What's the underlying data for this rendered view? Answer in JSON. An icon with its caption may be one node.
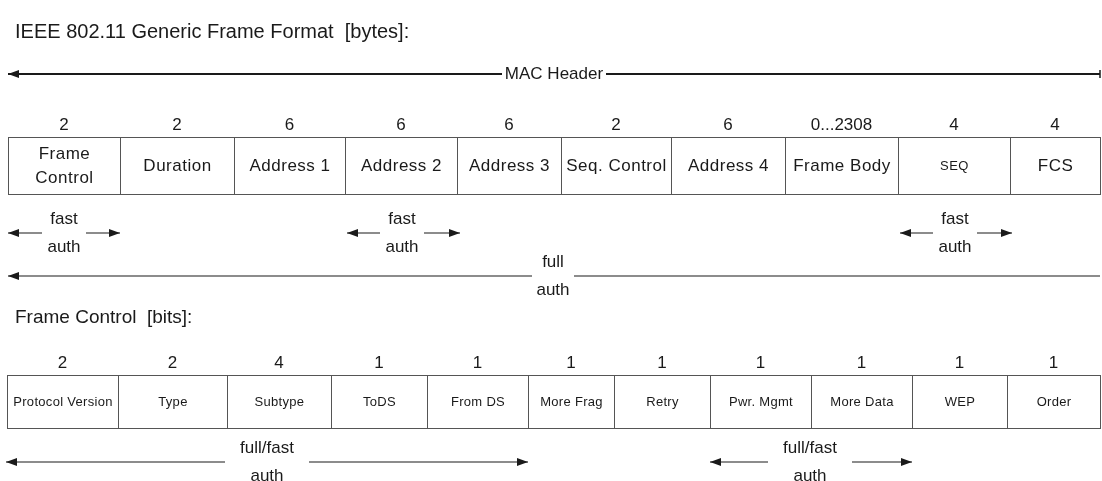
{
  "diagram": {
    "title": "IEEE 802.11 Generic Frame Format  [bytes]:",
    "nodes": [
      {
        "text": [
          "Frame Control"
        ],
        "beside": [
          "2"
        ]
      },
      {
        "text": [
          "Duration"
        ],
        "beside": [
          "2"
        ]
      },
      {
        "text": [
          "Address 1"
        ],
        "beside": [
          "6"
        ]
      },
      {
        "text": [
          "Address 2"
        ],
        "beside": [
          "6"
        ]
      },
      {
        "text": [
          "Address 3"
        ],
        "beside": [
          "6"
        ]
      },
      {
        "text": [
          "Seq. Control"
        ],
        "beside": [
          "2"
        ]
      },
      {
        "text": [
          "Address 4"
        ],
        "beside": [
          "6"
        ]
      },
      {
        "text": [
          "Frame Body"
        ],
        "beside": [
          "0...2308"
        ]
      },
      {
        "text": [
          "SEQ"
        ],
        "beside": [
          "4"
        ]
      },
      {
        "text": [
          "FCS"
        ],
        "beside": [
          "4"
        ]
      },
      {
        "text": [
          "Protocol Version"
        ],
        "beside": [
          "2"
        ]
      },
      {
        "text": [
          "Type"
        ],
        "beside": [
          "2"
        ]
      },
      {
        "text": [
          "Subtype"
        ],
        "beside": [
          "4"
        ]
      },
      {
        "text": [
          "ToDS"
        ],
        "beside": [
          "1"
        ]
      },
      {
        "text": [
          "From DS"
        ],
        "beside": [
          "1"
        ]
      },
      {
        "text": [
          "More Frag"
        ],
        "beside": [
          "1"
        ]
      },
      {
        "text": [
          "Retry"
        ],
        "beside": [
          "1"
        ]
      },
      {
        "text": [
          "Pwr. Mgmt"
        ],
        "beside": [
          "1"
        ]
      },
      {
        "text": [
          "More Data"
        ],
        "beside": [
          "1"
        ]
      },
      {
        "text": [
          "WEP"
        ],
        "beside": [
          "1"
        ]
      },
      {
        "text": [
          "Order"
        ],
        "beside": [
          "1"
        ]
      }
    ],
    "edges": [],
    "labels": [
      "MAC Header",
      "fast auth",
      "fast auth",
      "fast auth",
      "full auth",
      "Frame Control  [bits]:",
      "full/fast auth",
      "full/fast auth"
    ]
  }
}
